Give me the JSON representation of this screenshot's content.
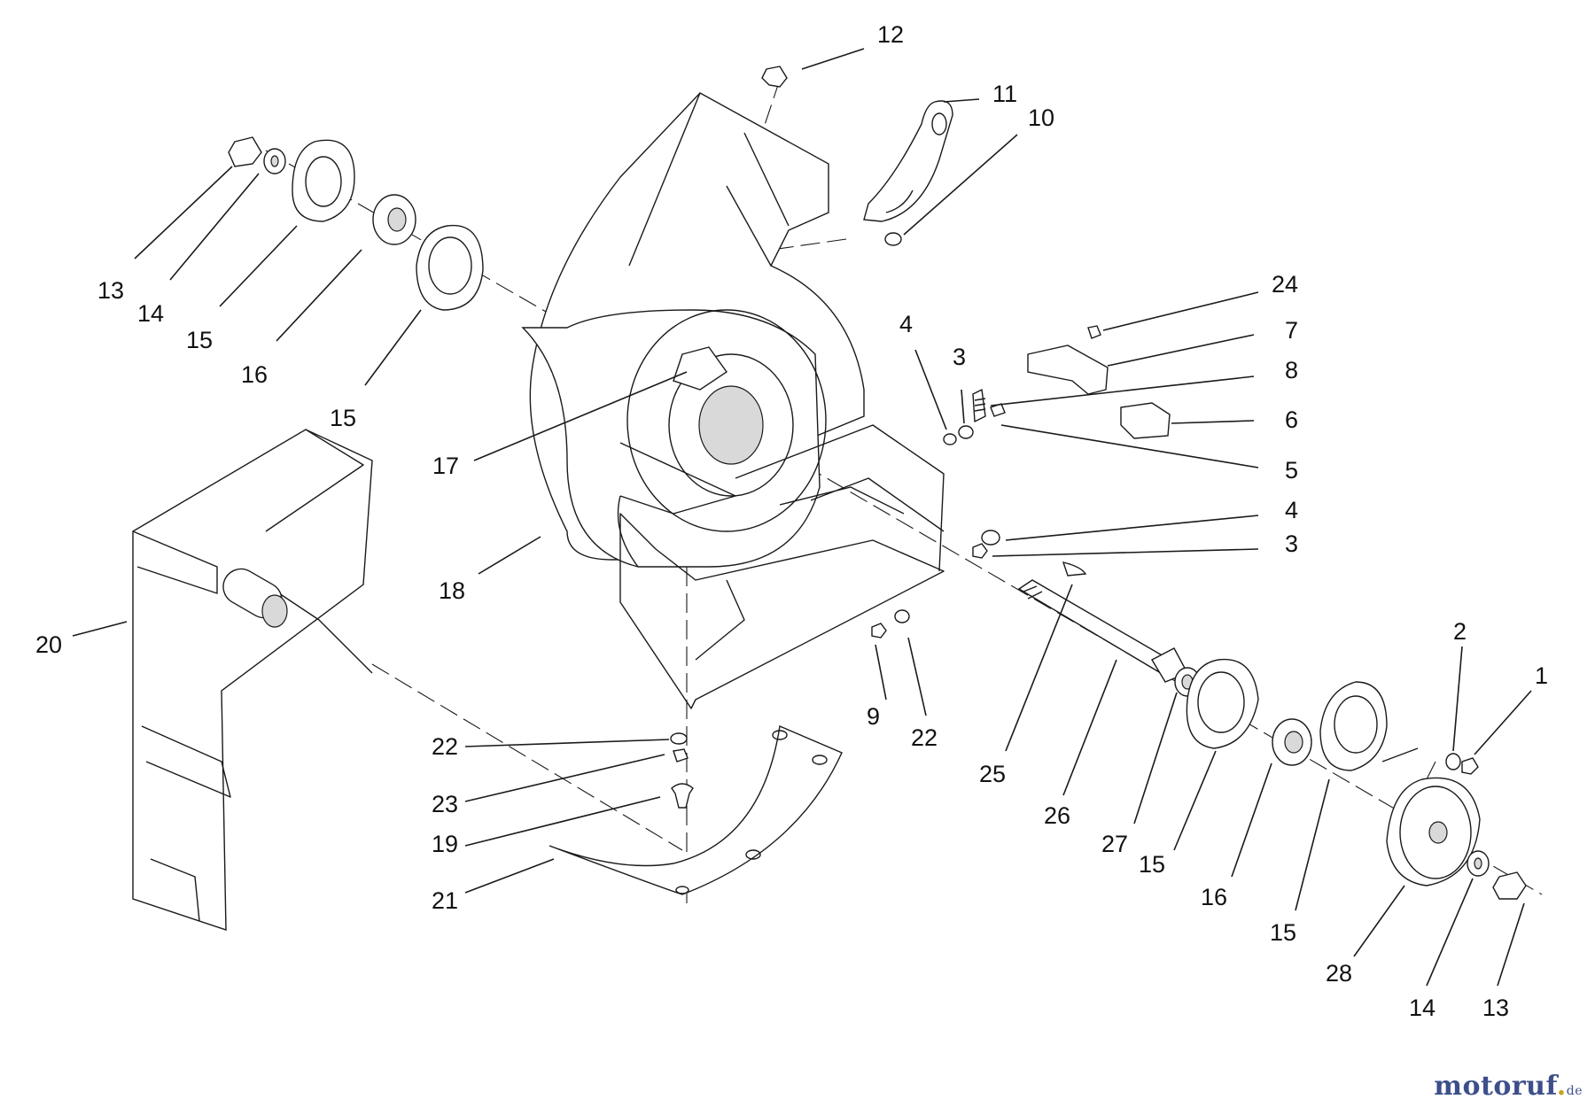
{
  "diagram": {
    "labels": [
      {
        "id": "c12",
        "text": "12"
      },
      {
        "id": "c11",
        "text": "11"
      },
      {
        "id": "c10",
        "text": "10"
      },
      {
        "id": "c13a",
        "text": "13"
      },
      {
        "id": "c14a",
        "text": "14"
      },
      {
        "id": "c15a",
        "text": "15"
      },
      {
        "id": "c16a",
        "text": "16"
      },
      {
        "id": "c15b",
        "text": "15"
      },
      {
        "id": "c24",
        "text": "24"
      },
      {
        "id": "c7",
        "text": "7"
      },
      {
        "id": "c8",
        "text": "8"
      },
      {
        "id": "c6",
        "text": "6"
      },
      {
        "id": "c5",
        "text": "5"
      },
      {
        "id": "c4a",
        "text": "4"
      },
      {
        "id": "c3a",
        "text": "3"
      },
      {
        "id": "c4b",
        "text": "4"
      },
      {
        "id": "c3b",
        "text": "3"
      },
      {
        "id": "c17",
        "text": "17"
      },
      {
        "id": "c18",
        "text": "18"
      },
      {
        "id": "c20",
        "text": "20"
      },
      {
        "id": "c9",
        "text": "9"
      },
      {
        "id": "c22a",
        "text": "22"
      },
      {
        "id": "c22b",
        "text": "22"
      },
      {
        "id": "c23",
        "text": "23"
      },
      {
        "id": "c19",
        "text": "19"
      },
      {
        "id": "c21",
        "text": "21"
      },
      {
        "id": "c25",
        "text": "25"
      },
      {
        "id": "c26",
        "text": "26"
      },
      {
        "id": "c27",
        "text": "27"
      },
      {
        "id": "c15c",
        "text": "15"
      },
      {
        "id": "c16b",
        "text": "16"
      },
      {
        "id": "c15d",
        "text": "15"
      },
      {
        "id": "c28",
        "text": "28"
      },
      {
        "id": "c14b",
        "text": "14"
      },
      {
        "id": "c13b",
        "text": "13"
      },
      {
        "id": "c2",
        "text": "2"
      },
      {
        "id": "c1",
        "text": "1"
      }
    ]
  },
  "watermark": {
    "main": "motoruf",
    "tld": "de"
  }
}
